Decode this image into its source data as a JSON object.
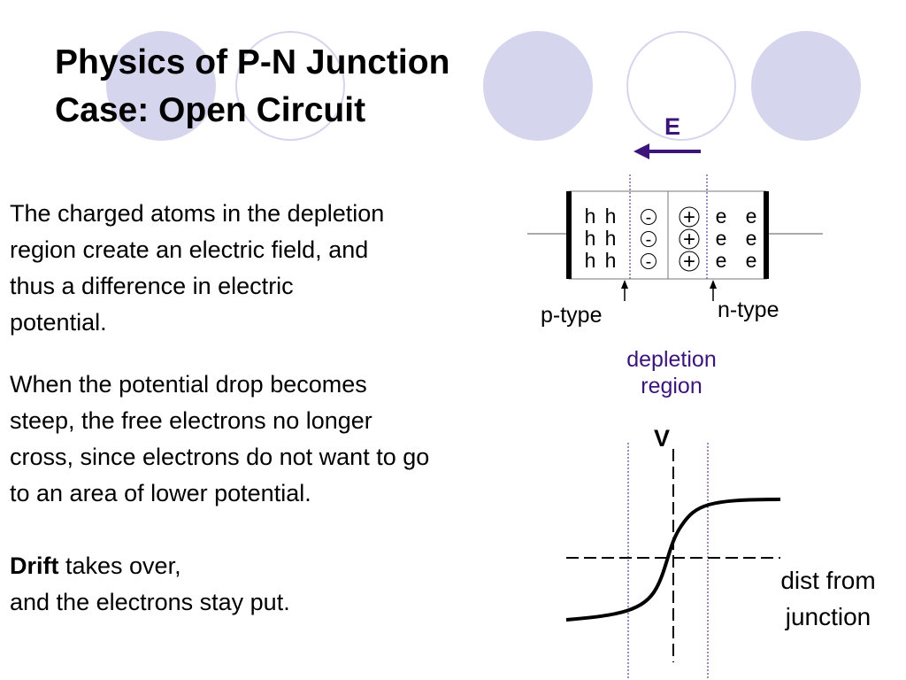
{
  "slide": {
    "title_line1": "Physics of P-N Junction",
    "title_line2": "Case: Open Circuit",
    "paragraph1": [
      "The charged atoms in the depletion",
      "region create an electric field, and",
      "thus a difference in electric",
      "potential."
    ],
    "paragraph2": [
      "When the potential drop becomes",
      "steep, the free electrons no longer",
      "cross, since electrons do not want to go",
      "to an area of lower potential."
    ],
    "drift_bold": "Drift",
    "drift_rest": " takes over,",
    "final_line": "and the electrons stay put."
  },
  "diagram": {
    "field_label": "E",
    "field_icon": "arrow-left-icon",
    "p_carrier": "h",
    "n_carrier": "e",
    "neg_ion": "-",
    "pos_ion": "+",
    "p_label": "p-type",
    "n_label": "n-type",
    "depletion_line1": "depletion",
    "depletion_line2": "region",
    "accent_color": "#3d157a",
    "deco_color": "#d6d5ee"
  },
  "plot": {
    "y_label": "V",
    "x_label_line1": "dist from",
    "x_label_line2": "junction"
  }
}
